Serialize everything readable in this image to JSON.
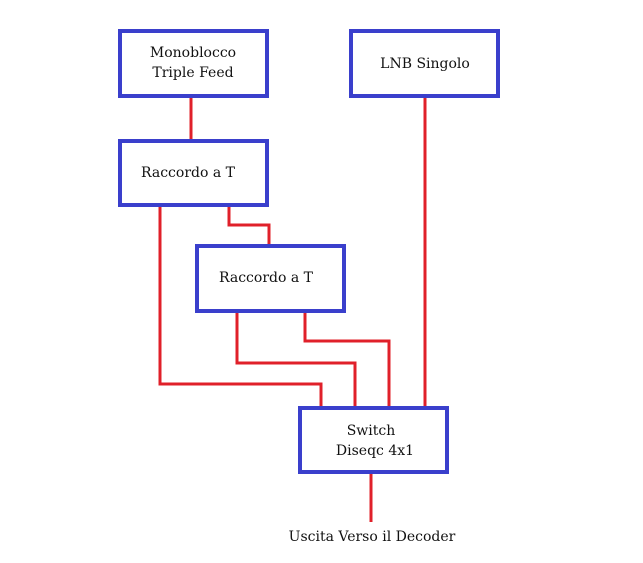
{
  "diagram": {
    "blocks": {
      "monoblocco": {
        "line1": "Monoblocco",
        "line2": "Triple Feed"
      },
      "lnb": {
        "label": "LNB Singolo"
      },
      "raccordo1": {
        "label": "Raccordo a T"
      },
      "raccordo2": {
        "label": "Raccordo a T"
      },
      "switch": {
        "line1": "Switch",
        "line2": "Diseqc 4x1"
      }
    },
    "output_label": "Uscita Verso il Decoder",
    "colors": {
      "box_border": "#3a3fcc",
      "wire": "#e0202a",
      "text": "#111111"
    }
  }
}
